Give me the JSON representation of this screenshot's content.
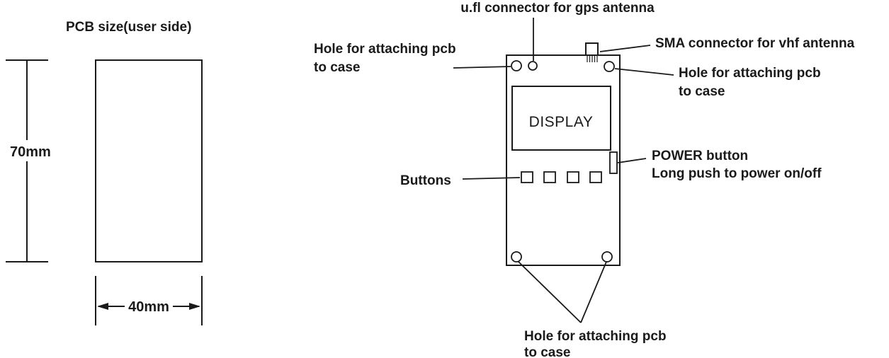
{
  "colors": {
    "ink": "#1a1a1a",
    "background": "#ffffff"
  },
  "size_panel": {
    "title": "PCB size(user side)",
    "height_label": "70mm",
    "width_label": "40mm"
  },
  "board": {
    "display_label": "DISPLAY",
    "ufl_label": "u.fl connector for gps antenna",
    "sma_label": "SMA connector for vhf antenna",
    "hole_top_left": {
      "line1": "Hole for attaching pcb",
      "line2": "to case"
    },
    "hole_top_right": {
      "line1": "Hole for attaching pcb",
      "line2": "to case"
    },
    "power_label": {
      "line1": "POWER button",
      "line2": "Long push to power on/off"
    },
    "buttons_label": "Buttons",
    "hole_bottom": {
      "line1": "Hole for attaching pcb",
      "line2": "to case"
    }
  }
}
